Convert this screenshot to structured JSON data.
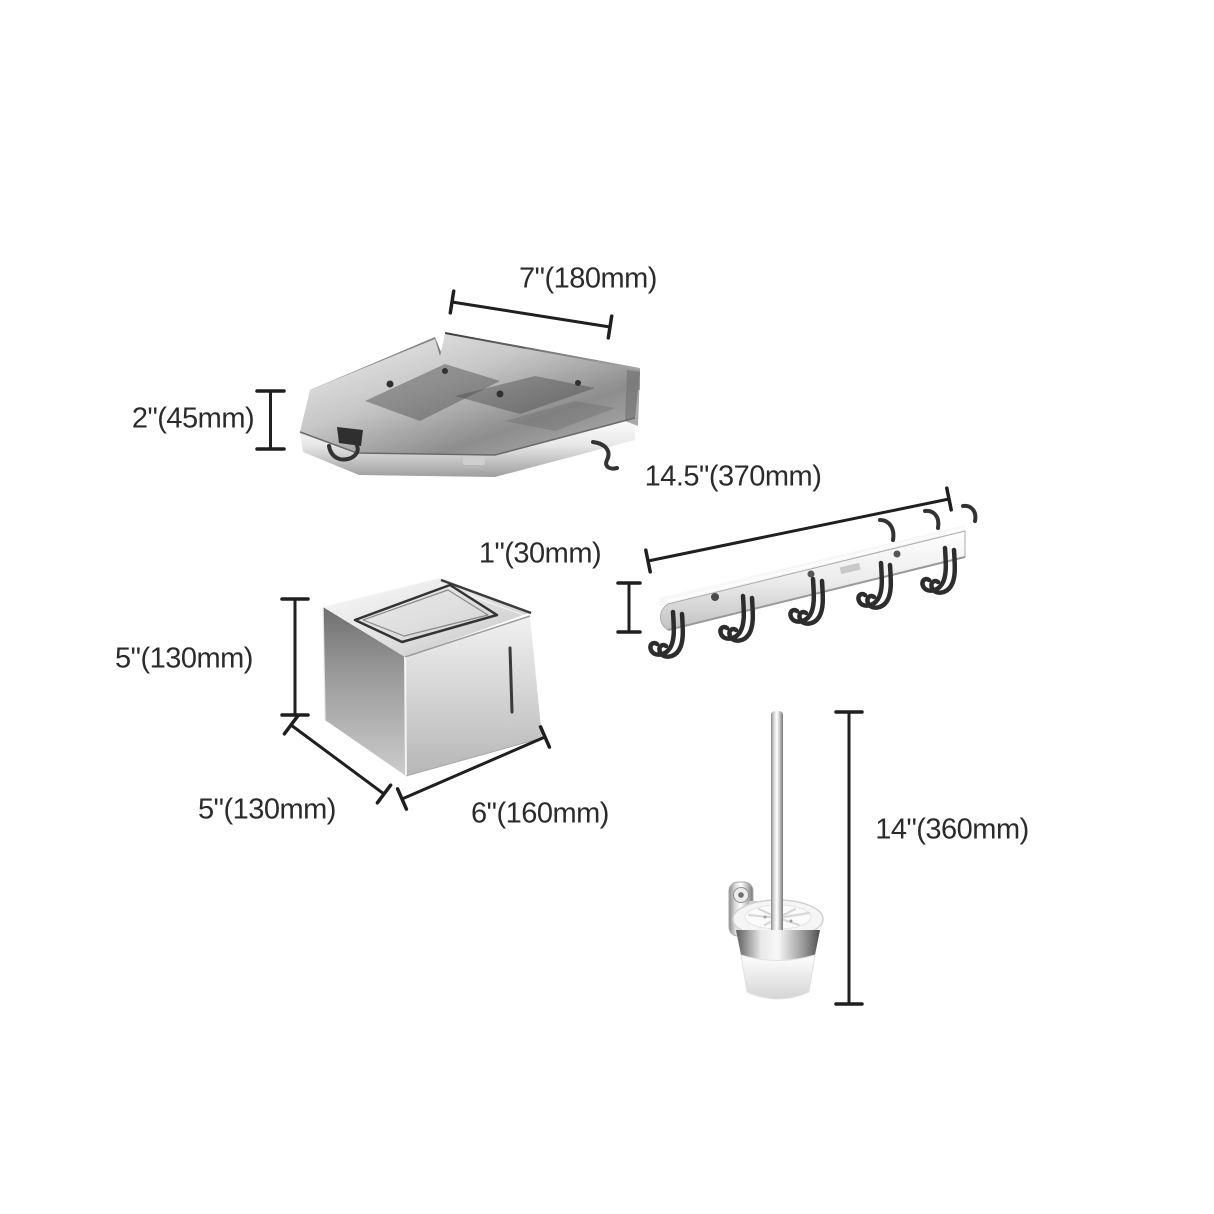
{
  "page": {
    "background_color": "#ffffff",
    "text_color": "#2b2b2b",
    "line_color": "#1f1f1f"
  },
  "products": [
    {
      "name": "corner shelf",
      "icon": "corner-shelf-illustration",
      "dimensions": {
        "width": "7\"(180mm)",
        "height": "2\"(45mm)"
      }
    },
    {
      "name": "hook rack",
      "icon": "hook-rack-illustration",
      "dimensions": {
        "length": "14.5\"(370mm)",
        "height": "1\"(30mm)"
      }
    },
    {
      "name": "paper holder box",
      "icon": "paper-holder-illustration",
      "dimensions": {
        "height": "5\"(130mm)",
        "depth": "5\"(130mm)",
        "width": "6\"(160mm)"
      }
    },
    {
      "name": "toilet brush with holder",
      "icon": "toilet-brush-illustration",
      "dimensions": {
        "height": "14\"(360mm)"
      }
    }
  ]
}
